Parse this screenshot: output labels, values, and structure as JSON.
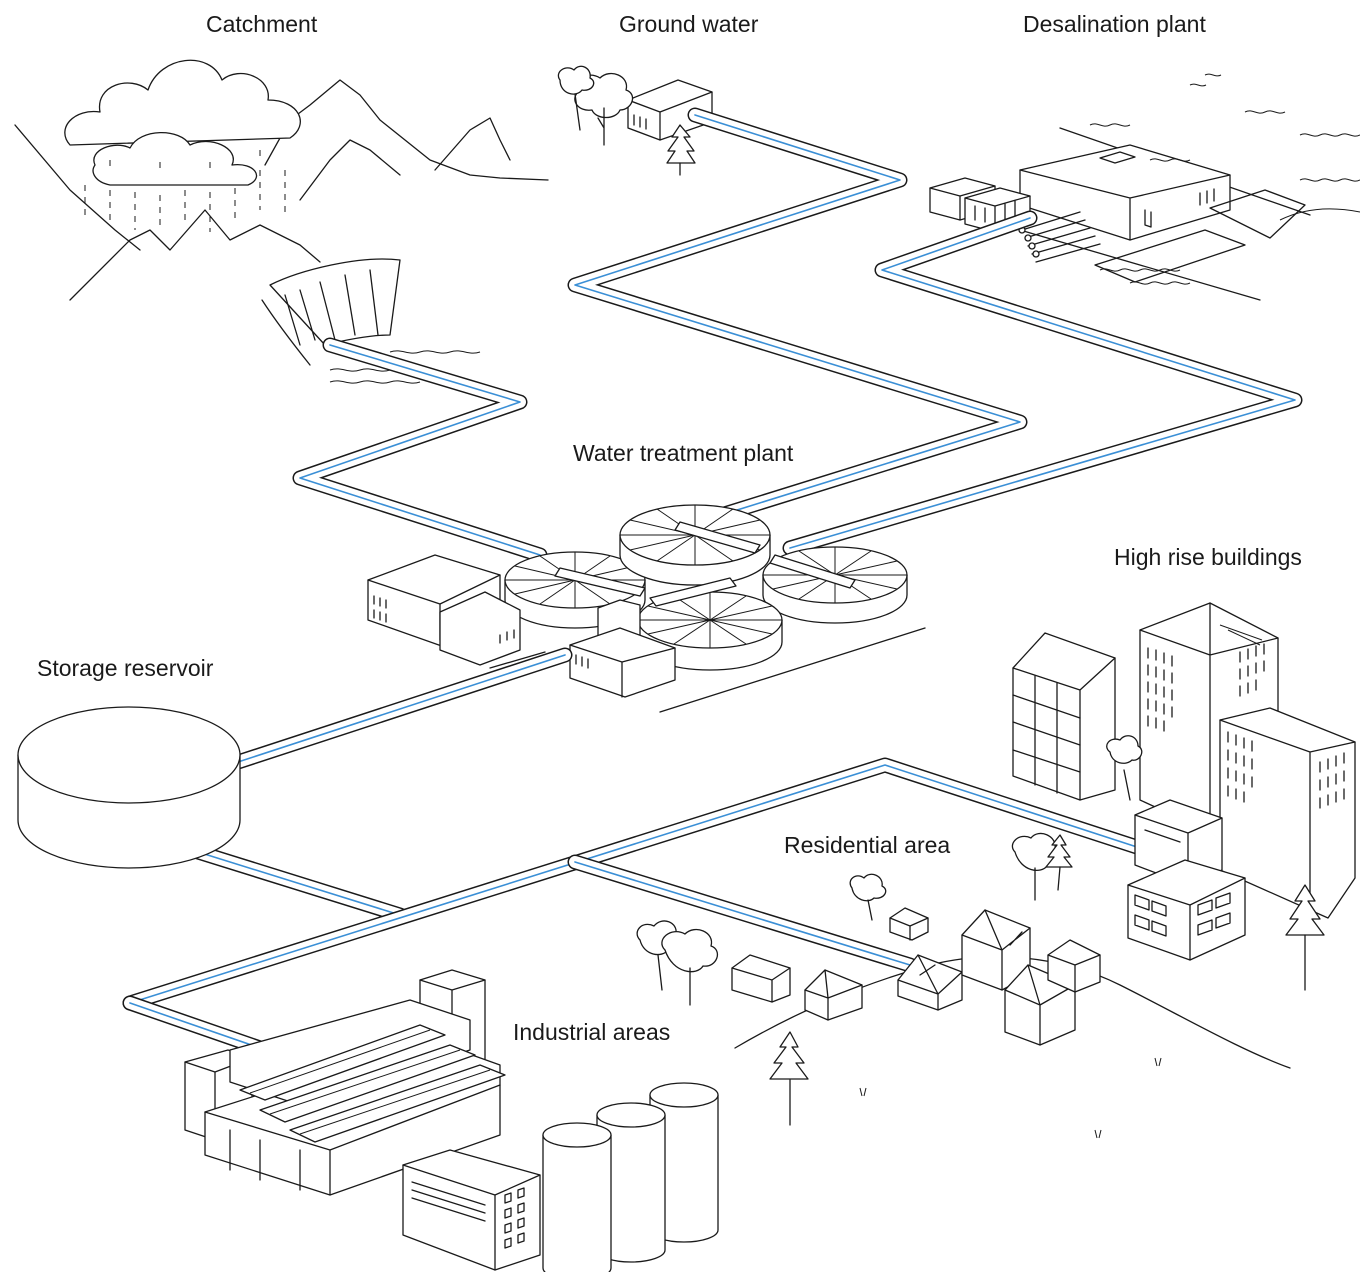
{
  "labels": {
    "catchment": "Catchment",
    "ground_water": "Ground water",
    "desalination_plant": "Desalination plant",
    "water_treatment_plant": "Water treatment plant",
    "high_rise_buildings": "High rise buildings",
    "storage_reservoir": "Storage reservoir",
    "residential_area": "Residential area",
    "industrial_areas": "Industrial areas"
  },
  "colors": {
    "pipe_water": "#3a8fd6",
    "line": "#1a1a1a",
    "background": "#ffffff"
  }
}
